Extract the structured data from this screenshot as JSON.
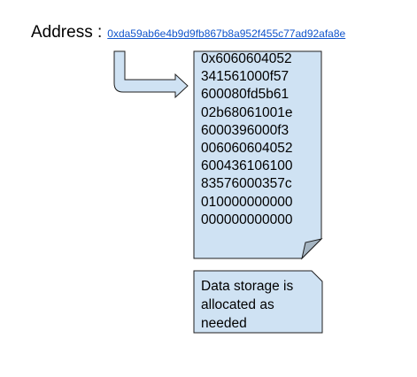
{
  "address": {
    "label": "Address :",
    "value": "0xda59ab6e4b9d9fb867b8a952f455c77ad92afa8e"
  },
  "code_box": {
    "lines": [
      "0x6060604052",
      "341561000f57",
      "600080fd5b61",
      "02b68061001e",
      "6000396000f3",
      "006060604052",
      "600436106100",
      "83576000357c",
      "010000000000",
      "000000000000"
    ]
  },
  "note_box": {
    "text": "Data storage is allocated as needed"
  },
  "colors": {
    "box_fill": "#cfe2f3",
    "box_stroke": "#1f1f1f",
    "fold_fill": "#a5b5c2",
    "link": "#1155cc"
  },
  "icons": {
    "arrow": "bent-arrow-icon"
  }
}
